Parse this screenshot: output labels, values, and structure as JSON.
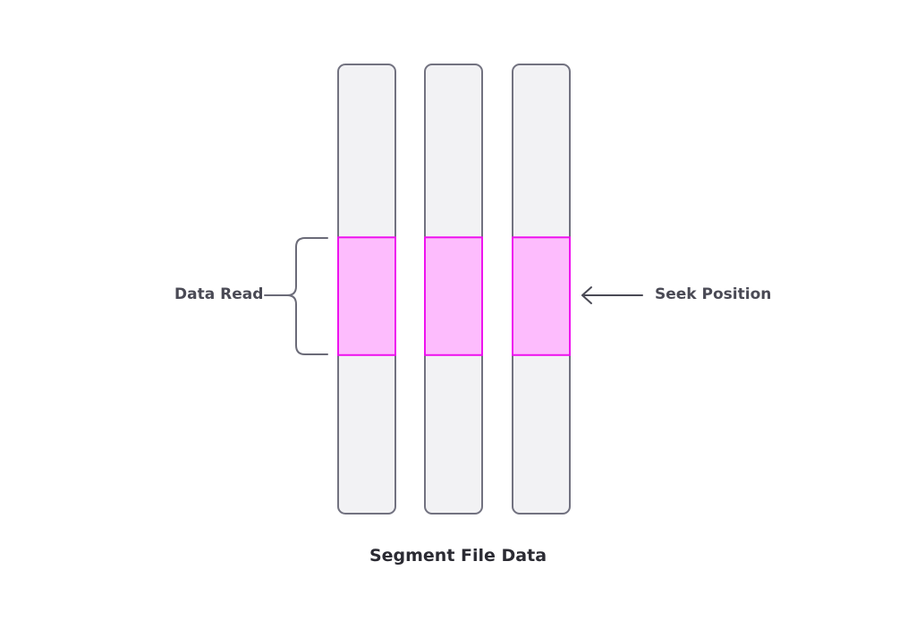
{
  "labels": {
    "data_read": "Data Read",
    "seek_position": "Seek Position",
    "caption": "Segment File Data"
  },
  "segments": {
    "count": 3,
    "read_region": {
      "start_fraction": 0.385,
      "end_fraction": 0.647
    }
  },
  "colors": {
    "segment_fill": "#f2f2f4",
    "segment_stroke": "#727280",
    "highlight_fill": "#fdbcfd",
    "highlight_stroke": "#ee12ee",
    "annotation": "#555560",
    "text": "#4a4a55"
  }
}
